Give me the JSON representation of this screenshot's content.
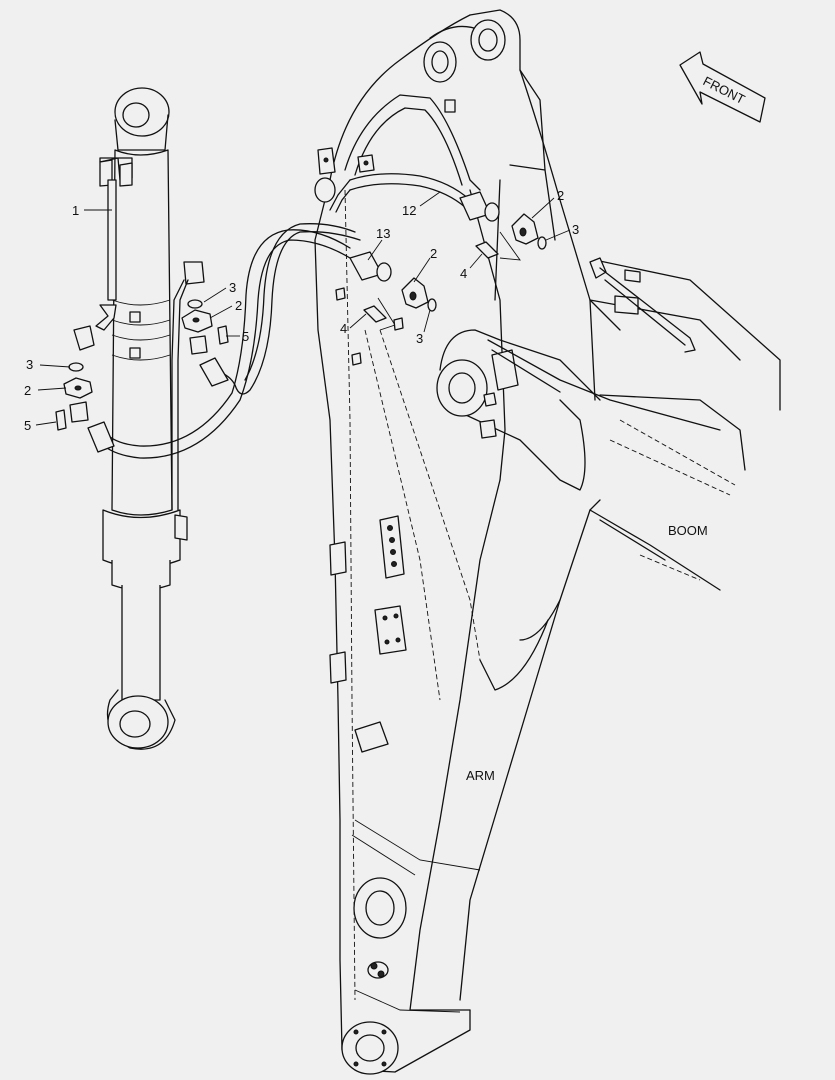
{
  "direction": {
    "label": "FRONT"
  },
  "regions": {
    "boom": "BOOM",
    "arm": "ARM"
  },
  "callouts": {
    "c1": "1",
    "c12": "12",
    "c13": "13",
    "c2_top": "2",
    "c3_top": "3",
    "c4_top": "4",
    "c2_mid": "2",
    "c3_mid": "3",
    "c4_mid": "4",
    "c3_cyl": "3",
    "c2_cyl": "2",
    "c5_cyl": "5",
    "c3_left": "3",
    "c2_left": "2",
    "c5_left": "5"
  }
}
